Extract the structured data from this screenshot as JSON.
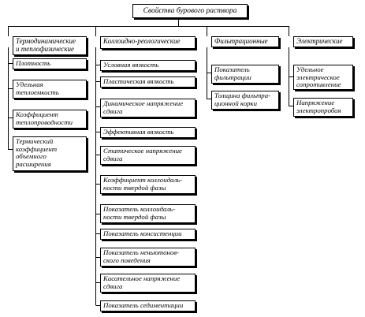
{
  "root": {
    "label": "Свойства бурового раствора"
  },
  "categories": [
    {
      "label": "Термодинамические\nи теплофизические",
      "items": [
        "Плотность",
        "Удельная\nтеплоемкость",
        "Коэффициент\nтеплопроводности",
        "Термический\nкоэффициент\nобъемного\nрасширения"
      ]
    },
    {
      "label": "Коллоидно-реологические",
      "items": [
        "Условная вязкость",
        "Пластическая вязкость",
        "Динамическое напряжение\nсдвига",
        "Эффективная вязкость",
        "Статическое напряжение\nсдвига",
        "Коэффициент коллоидаль-\nности твердой фазы",
        "Показатель коллоидаль-\nности твердой фазы",
        "Показатель консистенции",
        "Показатель неньютонов-\nского поведения",
        "Касательное напряжение\nсдвига",
        "Показатель седиментации"
      ]
    },
    {
      "label": "Фильтрационные",
      "items": [
        "Показатель\nфильтрации",
        "Толщина фильтра-\nционной корки"
      ]
    },
    {
      "label": "Электрические",
      "items": [
        "Удельное\nэлектрическое\nсопротивление",
        "Напряжение\nэлектропробоя"
      ]
    }
  ]
}
